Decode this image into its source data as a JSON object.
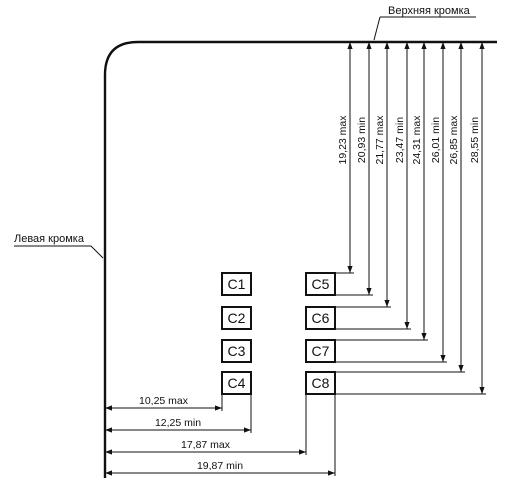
{
  "labels": {
    "top_edge": "Верхняя кромка",
    "left_edge": "Левая кромка"
  },
  "contacts": {
    "left": [
      "C1",
      "C2",
      "C3",
      "C4"
    ],
    "right": [
      "C5",
      "C6",
      "C7",
      "C8"
    ]
  },
  "vertical_dims": [
    "19,23 max",
    "20,93 min",
    "21,77 max",
    "23,47 min",
    "24,31 max",
    "26,01 min",
    "26,85 max",
    "28,55 min"
  ],
  "horizontal_dims": [
    "10,25 max",
    "12,25 min",
    "17,87 max",
    "19,87 min"
  ]
}
